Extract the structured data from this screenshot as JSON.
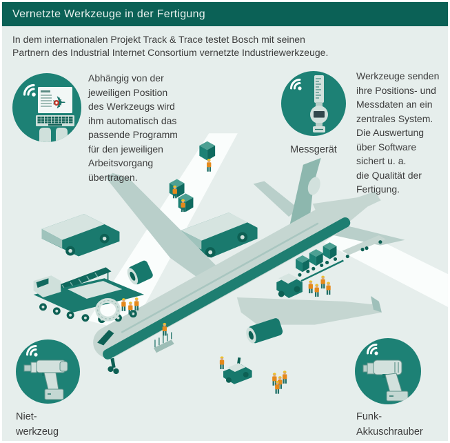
{
  "header": {
    "title": "Vernetzte Werkzeuge in der Fertigung"
  },
  "intro": {
    "text": "In dem internationalen Projekt Track & Trace testet Bosch mit seinen\nPartnern des Industrial Internet Consortium vernetzte Industriewerkzeuge."
  },
  "callouts": {
    "program": {
      "text": "Abhängig von der\njeweiligen Position\ndes Werkzeugs wird\nihm automatisch das\npassende Programm\nfür den jeweiligen\nArbeitsvorgang\nübertragen."
    },
    "data": {
      "text": "Werkzeuge senden\nihre Positions- und\nMessdaten an ein\nzentrales System.\nDie Auswertung\nüber Software\nsichert u. a.\ndie Qualität der\nFertigung."
    }
  },
  "labels": {
    "messgeraet": "Messgerät",
    "nietwerkzeug": "Niet-\nwerkzeug",
    "funk_akkuschrauber": "Funk-\nAkkuschrauber"
  },
  "icons": {
    "badge_top_left": "connected-terminal-icon",
    "badge_top_right": "measuring-device-icon",
    "badge_bottom_left": "riveting-tool-icon",
    "badge_bottom_right": "cordless-screwdriver-icon",
    "signal": "wifi-signal-icon"
  },
  "colors": {
    "header_bg": "#0b6156",
    "badge_bg": "#1d8175",
    "background": "#e6eeec",
    "plane_light": "#c5d6d1",
    "plane_mid": "#8db7ae",
    "vehicle_dark": "#17786c",
    "belly_stripe": "#1e7e71",
    "worker_vest": "#e5891b",
    "road": "#fafdfc",
    "text": "#3d3d3d"
  }
}
